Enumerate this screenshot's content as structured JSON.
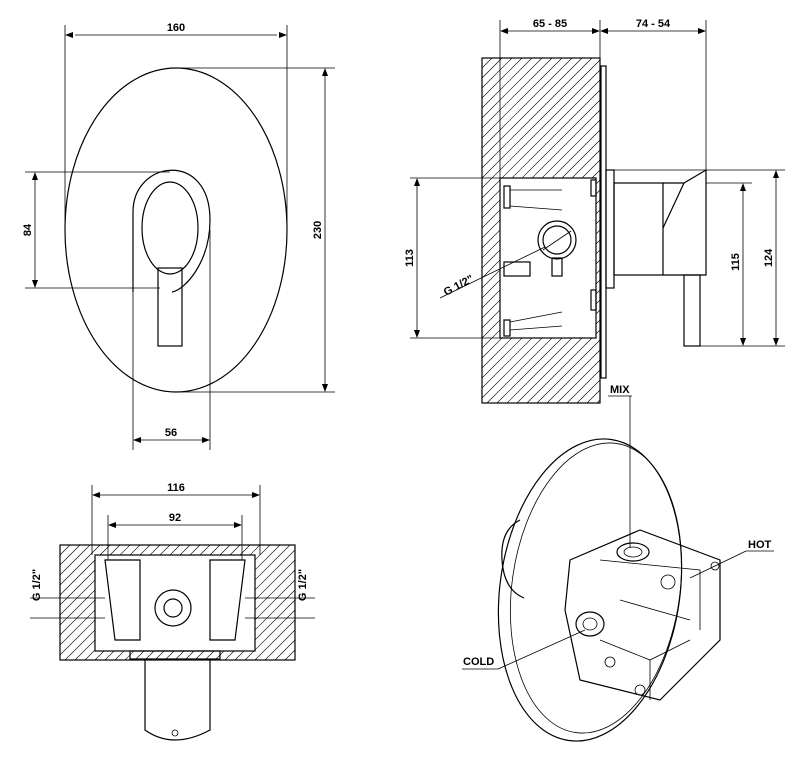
{
  "front_view": {
    "width_label": "160",
    "height_label": "230",
    "handle_height_label": "84",
    "handle_width_label": "56"
  },
  "side_view": {
    "wall_depth_label": "65 - 85",
    "projection_label": "74 - 54",
    "box_height_label": "113",
    "thread_label": "G 1/2\"",
    "handle_height_label": "115",
    "overall_height_label": "124"
  },
  "top_view": {
    "outer_width_label": "116",
    "inner_width_label": "92",
    "left_thread_label": "G 1/2\"",
    "right_thread_label": "G 1/2\""
  },
  "perspective_view": {
    "mix_label": "MIX",
    "hot_label": "HOT",
    "cold_label": "COLD"
  }
}
